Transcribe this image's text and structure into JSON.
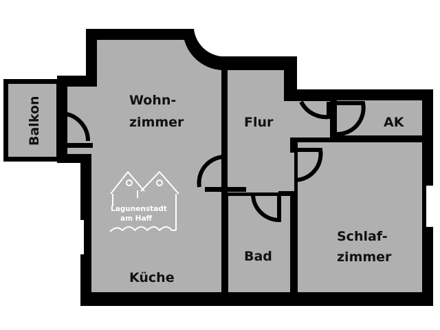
{
  "plan": {
    "colors": {
      "wall": "#000000",
      "floor": "#b0b0b0",
      "background": "#ffffff",
      "logo": "#ffffff"
    },
    "rooms": {
      "balkon": "Balkon",
      "wohnzimmer_1": "Wohn-",
      "wohnzimmer_2": "zimmer",
      "flur": "Flur",
      "ak": "AK",
      "bad": "Bad",
      "kueche": "Küche",
      "schlafzimmer_1": "Schlaf-",
      "schlafzimmer_2": "zimmer"
    },
    "logo": {
      "line1": "Lagunenstadt",
      "line2": "am Haff",
      "icon": "two-houses-waves-logo"
    }
  }
}
